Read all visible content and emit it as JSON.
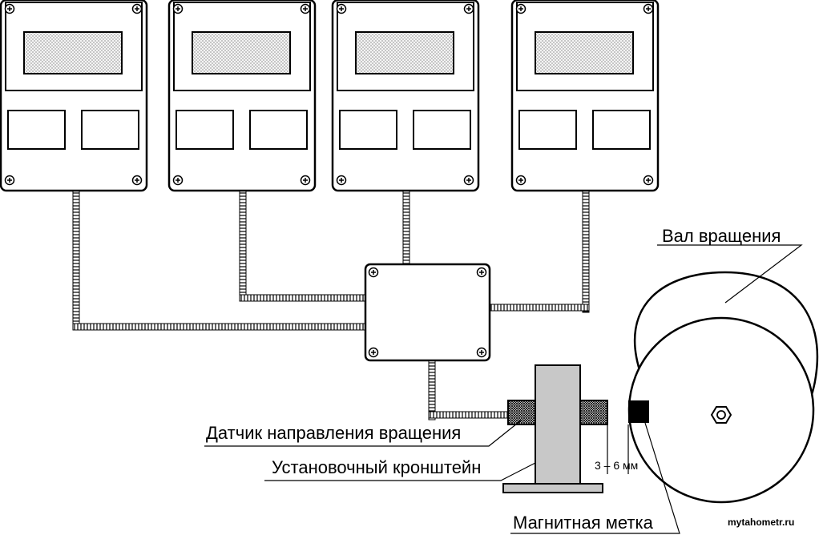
{
  "labels": {
    "shaft": "Вал вращения",
    "sensor": "Датчик направления вращения",
    "bracket": "Установочный кронштейн",
    "magnet": "Магнитная метка",
    "gap": "3 – 6 мм",
    "watermark": "mytahometr.ru"
  },
  "colors": {
    "stroke": "#000000",
    "screen": "#f2f2f2",
    "bracket": "#c8c8c8",
    "magnet": "#000000"
  },
  "indicators": [
    "display-unit-1",
    "display-unit-2",
    "display-unit-3",
    "display-unit-4"
  ]
}
